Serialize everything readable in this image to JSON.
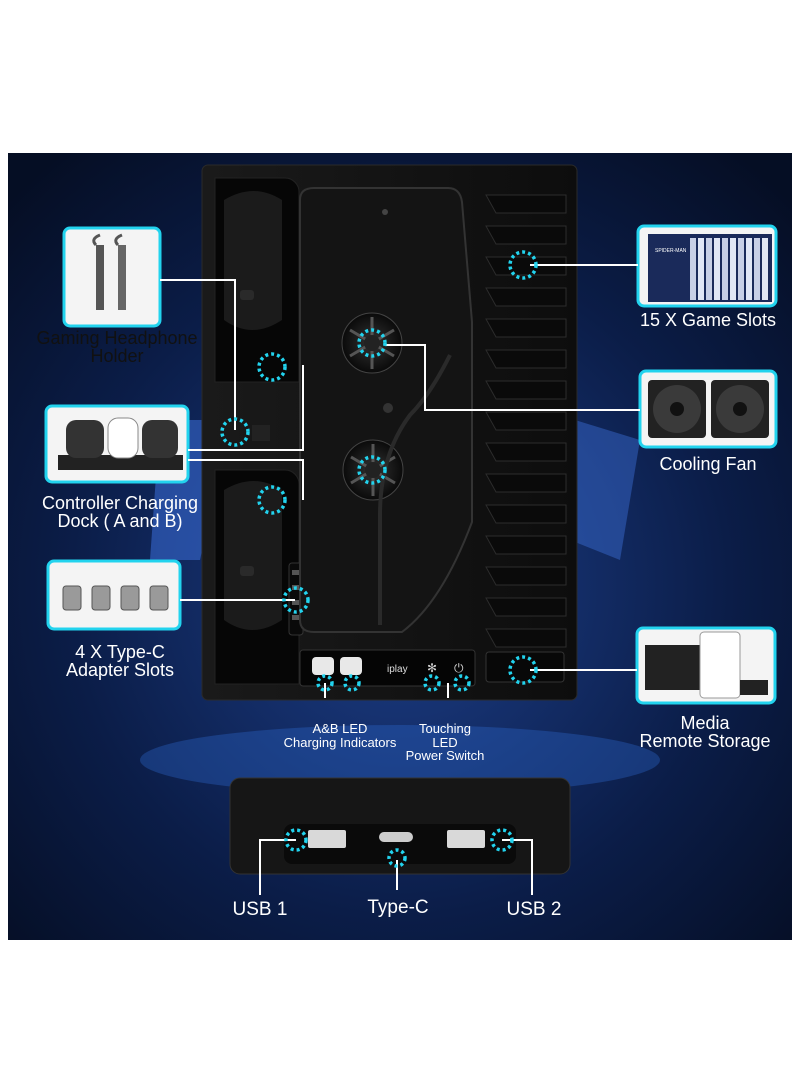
{
  "labels": {
    "headphone_holder": [
      "Gaming Headphone",
      "Holder"
    ],
    "game_slots": "15 X Game Slots",
    "cooling_fan": "Cooling Fan",
    "charging_dock": [
      "Controller Charging",
      "Dock ( A and B)"
    ],
    "adapter_slots": [
      "4 X Type-C",
      "Adapter Slots"
    ],
    "media_storage": [
      "Media",
      "Remote Storage"
    ],
    "led_indicators": [
      "A&B LED",
      "Charging Indicators"
    ],
    "power_switch": [
      "Touching",
      "LED",
      "Power Switch"
    ],
    "usb1": "USB 1",
    "typec": "Type-C",
    "usb2": "USB 2"
  },
  "brand": "iplay",
  "game_box_title": "SPIDER-MAN",
  "colors": {
    "accent": "#22d3ee",
    "background": "#071530",
    "device": "#111111"
  }
}
